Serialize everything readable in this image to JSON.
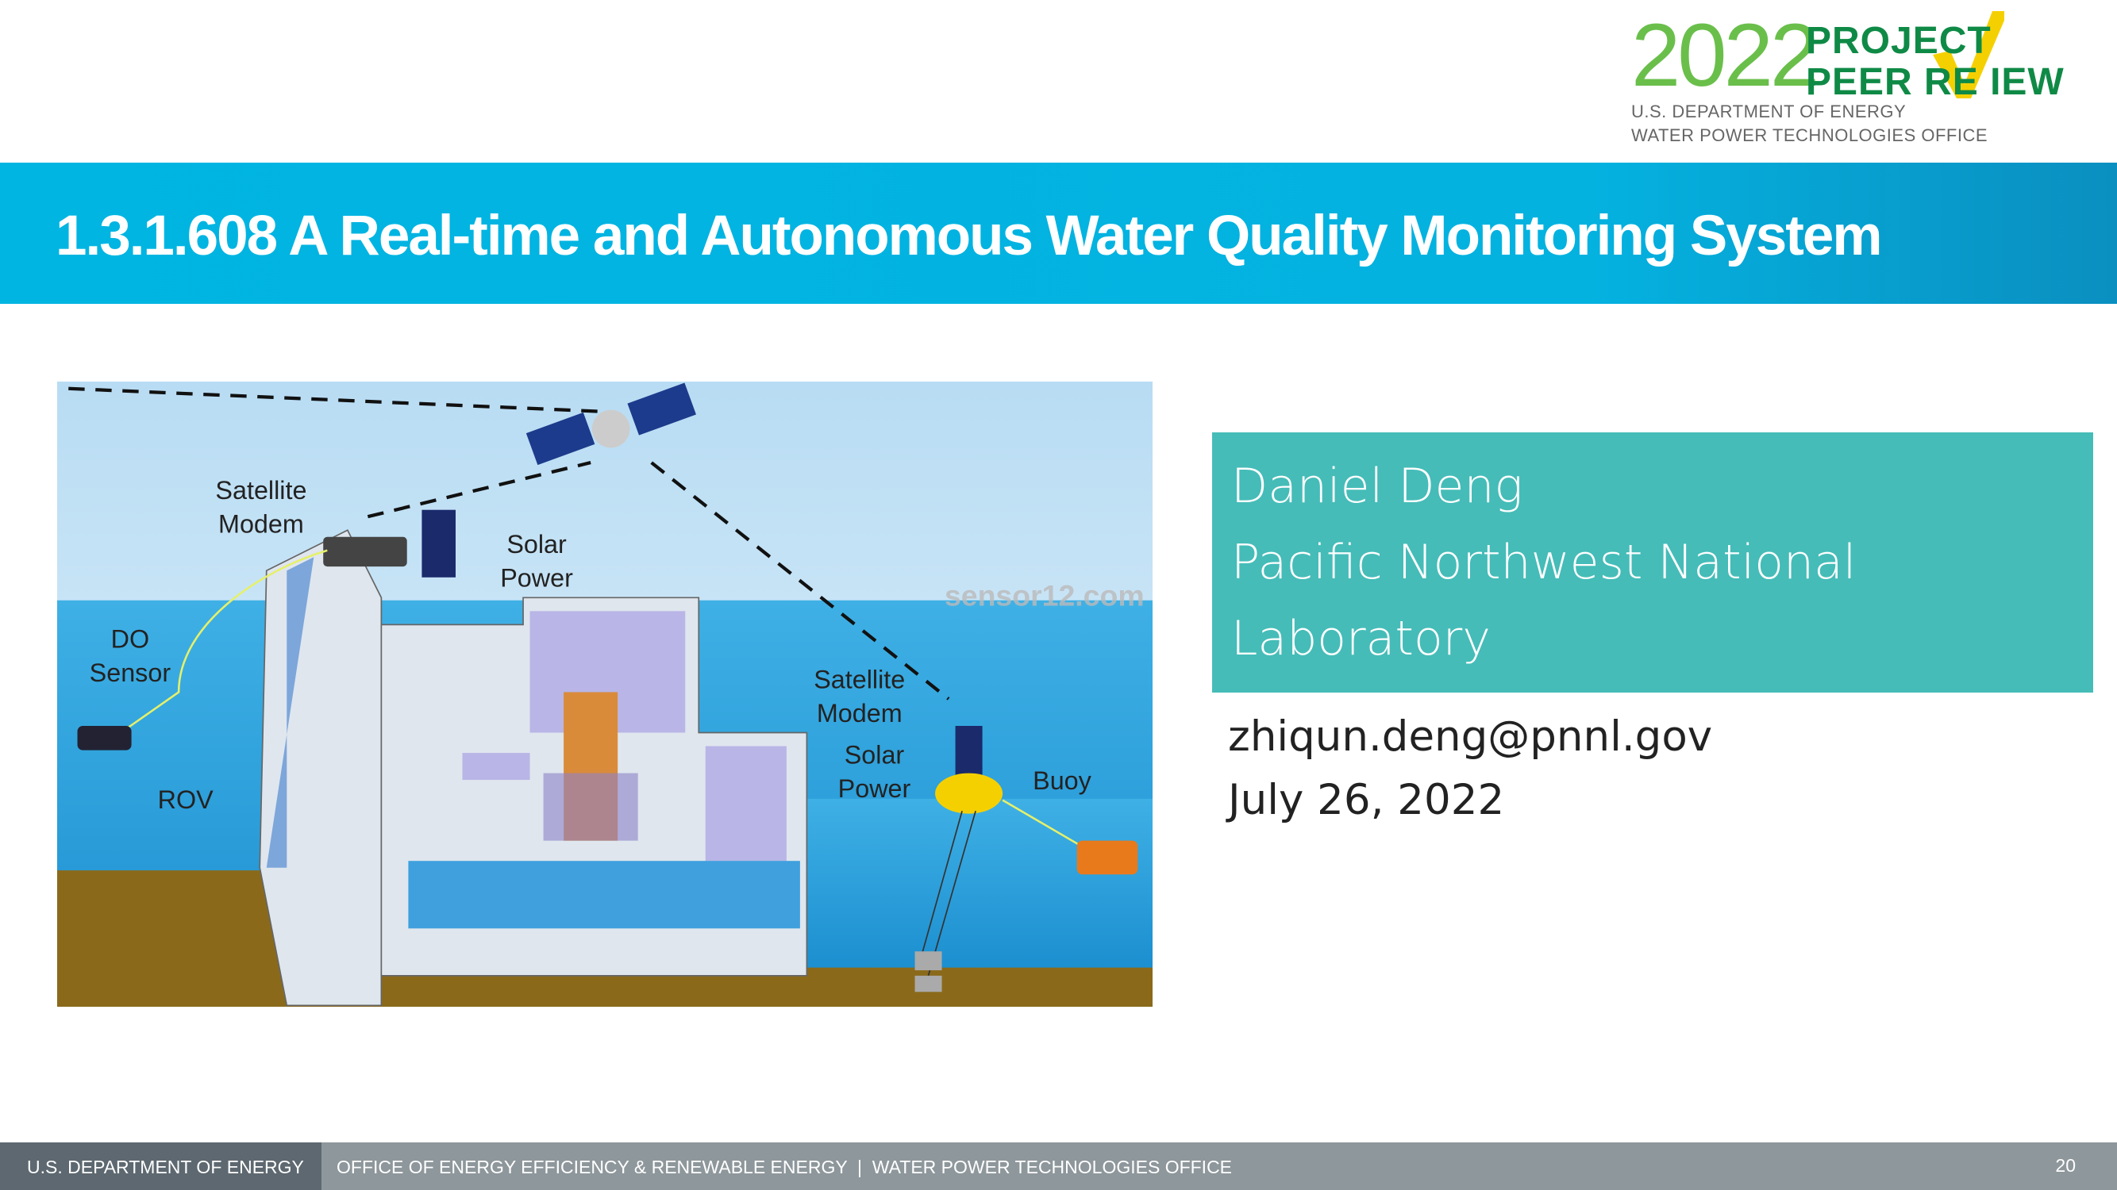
{
  "logo": {
    "year": "2022",
    "line1": "PROJECT",
    "line2": "PEER RE IEW",
    "dept": "U.S. DEPARTMENT OF ENERGY",
    "office": "WATER POWER TECHNOLOGIES OFFICE"
  },
  "title": "1.3.1.608 A Real-time and Autonomous Water Quality Monitoring System",
  "diagram": {
    "labels": {
      "sat_modem_1a": "Satellite",
      "sat_modem_1b": "Modem",
      "solar_1a": "Solar",
      "solar_1b": "Power",
      "do_a": "DO",
      "do_b": "Sensor",
      "rov": "ROV",
      "sat_modem_2a": "Satellite",
      "sat_modem_2b": "Modem",
      "solar_2a": "Solar",
      "solar_2b": "Power",
      "buoy": "Buoy"
    },
    "watermark": "sensor12.com"
  },
  "presenter": {
    "name": "Daniel Deng",
    "org": "Pacific Northwest National Laboratory",
    "email": "zhiqun.deng@pnnl.gov",
    "date": "July 26, 2022"
  },
  "footer": {
    "doe": "U.S. DEPARTMENT OF ENERGY",
    "office": "OFFICE OF ENERGY EFFICIENCY & RENEWABLE ENERGY  |  WATER POWER TECHNOLOGIES OFFICE",
    "page": "20"
  },
  "colors": {
    "band": "#00b5e2",
    "info_box": "#45bcb8",
    "footer": "#8e979b",
    "logo_green": "#0f8a46",
    "logo_check": "#f5d000"
  }
}
